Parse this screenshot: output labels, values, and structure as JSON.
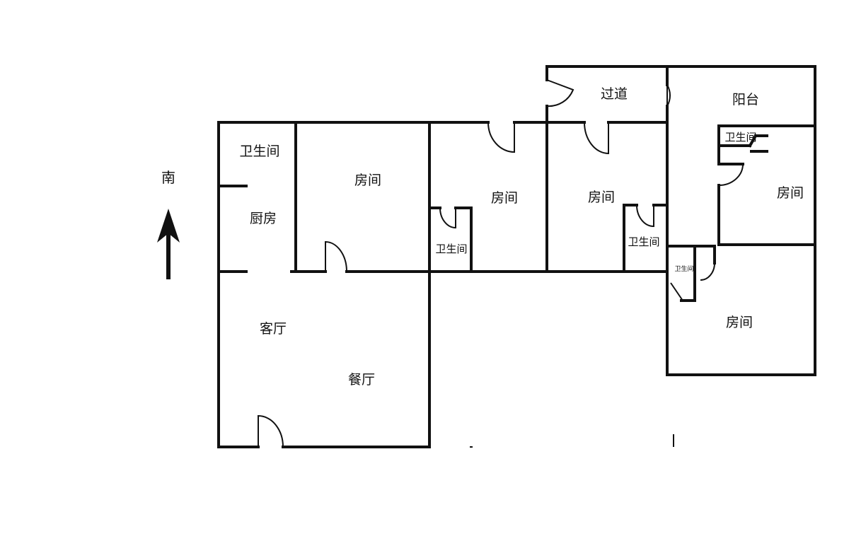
{
  "compass": {
    "label": "南"
  },
  "rooms": {
    "bathroom_1": "卫生间",
    "kitchen": "厨房",
    "bedroom_1": "房间",
    "bathroom_2": "卫生间",
    "bedroom_2": "房间",
    "bedroom_3": "房间",
    "bathroom_3": "卫生间",
    "corridor": "过道",
    "balcony": "阳台",
    "bathroom_4": "卫生间",
    "bedroom_4": "房间",
    "bathroom_5": "卫生间",
    "bedroom_5": "房间",
    "living_room": "客厅",
    "dining_room": "餐厅"
  },
  "colors": {
    "wall": "#111111",
    "background": "#ffffff",
    "text": "#111111"
  }
}
